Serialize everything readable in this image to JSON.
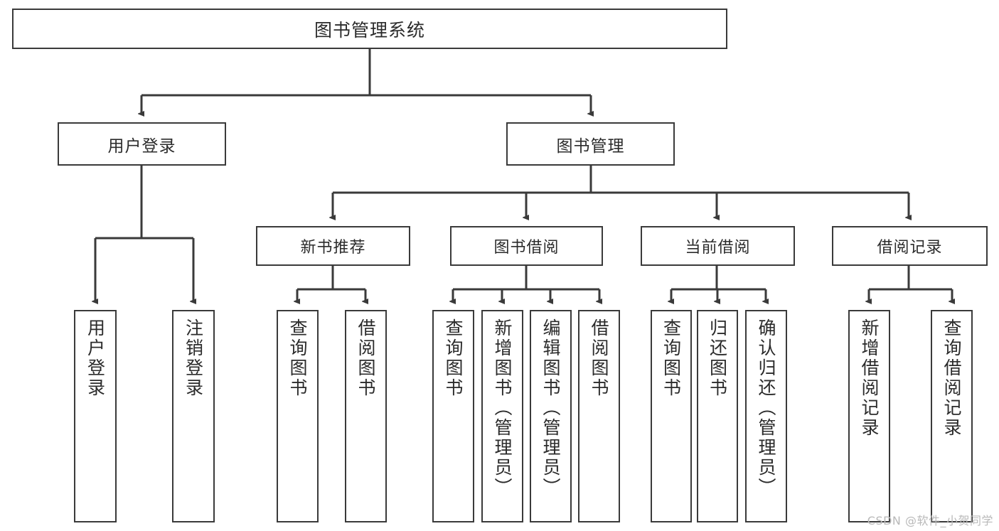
{
  "diagram": {
    "title": "图书管理系统",
    "type": "tree",
    "watermark": "CSDN @软件_小贺同学",
    "colors": {
      "line": "#3a3a3a",
      "box_border": "#3a3a3a",
      "box_fill": "#ffffff",
      "text": "#2b2b2b",
      "watermark": "#b9b9b9",
      "background": "#ffffff"
    },
    "root": {
      "label": "图书管理系统"
    },
    "level1": [
      {
        "label": "用户登录"
      },
      {
        "label": "图书管理"
      }
    ],
    "level2": [
      {
        "label": "新书推荐",
        "parent": "图书管理"
      },
      {
        "label": "图书借阅",
        "parent": "图书管理"
      },
      {
        "label": "当前借阅",
        "parent": "图书管理"
      },
      {
        "label": "借阅记录",
        "parent": "图书管理"
      }
    ],
    "leaves": {
      "user_login": [
        {
          "label": "用户登录"
        },
        {
          "label": "注销登录"
        }
      ],
      "new_book_recommend": [
        {
          "label": "查询图书"
        },
        {
          "label": "借阅图书"
        }
      ],
      "book_borrow": [
        {
          "label": "查询图书"
        },
        {
          "label": "新增图书（管理员）"
        },
        {
          "label": "编辑图书（管理员）"
        },
        {
          "label": "借阅图书"
        }
      ],
      "current_borrow": [
        {
          "label": "查询图书"
        },
        {
          "label": "归还图书"
        },
        {
          "label": "确认归还（管理员）"
        }
      ],
      "borrow_record": [
        {
          "label": "新增借阅记录"
        },
        {
          "label": "查询借阅记录"
        }
      ]
    }
  }
}
